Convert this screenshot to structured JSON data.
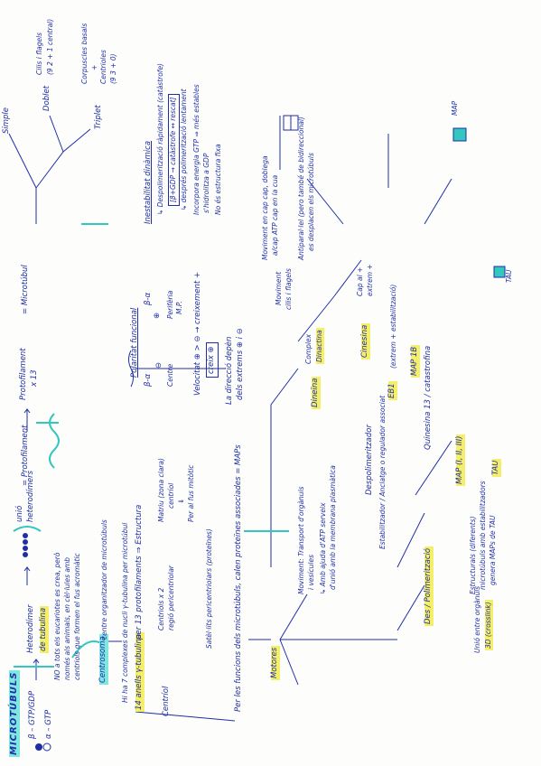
{
  "header": {
    "title": "MICROTÚBULS",
    "tubulin": [
      "β – GTP/GDP",
      "α – GTP"
    ],
    "heterodimer": [
      "Heterodímer",
      "de tubulina"
    ],
    "protofilament": [
      "unió",
      "heterodímers"
    ],
    "eq_protofilament": "= Protofilament",
    "protofilament_x13": [
      "Protofilament",
      "x 13"
    ],
    "microtubul": "= Microtúbul"
  },
  "types": {
    "simple": "Simple",
    "doblet": "Doblet",
    "doblet_desc": [
      "Cilis i flagels",
      "(9 2 + 1 central)"
    ],
    "triplet": "Triplet",
    "triplet_desc": [
      "Corpuscles basals",
      "+",
      "Centrioles",
      "(9 3 + 0)"
    ]
  },
  "polarity": {
    "title": "Polaritat funcional",
    "beta": "β-α",
    "plus": "⊕",
    "minus": "⊖",
    "beta2": "β-α",
    "centre": "Centre",
    "periferia": [
      "Perifèria",
      "M.P."
    ],
    "velocitat": [
      "Velocitat ⊕ > ⊖ → creixement +",
      "creix ⊕"
    ],
    "direccio": [
      "La direcció depèn",
      "dels extrems ⊕ i ⊖"
    ]
  },
  "dynamic": {
    "title": "Inestabilitat dinàmica",
    "line1": "↳ Despolimerització ràpidament (catàstrofe)",
    "line2": "[β+GDP → catàstrofe ↔ rescat]",
    "line3": "↳ després polimerització lentament",
    "line4": [
      "Incorpora energia GTP ⇒ més estables",
      "s'hidrolitza a GDP"
    ],
    "line5": "No és estructura fixa"
  },
  "centrosome": {
    "no_tots": [
      "NO a tots els eucariotes es crea, però",
      "només als animals, en cèl·lules amb",
      "centriols que formen el fus acromàtic"
    ],
    "centrosoma": "Centrosoma",
    "centre_org": "centre organitzador de microtúbuls",
    "nucleacio": "Hi ha 7 complexes de nucli γ-tubulina per microtúbul",
    "gamma": "14 anells γ-tubulina",
    "gamma_rest": "per 13 protofilaments ⇒ Estructura",
    "centriol": "Centríol",
    "centriols_x2": [
      "Centriols x 2",
      "regió pericentriolar"
    ],
    "diplosoma": [
      "Matriu (zona clara)",
      "centríol",
      "⇓",
      "Per al fus mitòtic"
    ],
    "satellits": "Satèl·lits pericentriolars (proteïnes)"
  },
  "maps": {
    "intro": "Per les funcions dels microtúbuls, calen proteïnes associades = MAPs",
    "motores": "Motores",
    "moviment": [
      "Moviment: Transport d'orgànuls",
      "i vesícules"
    ],
    "atp": [
      "↳ Amb ajuda d'ATP serveix",
      "d'unió amb la membrana plasmàtica"
    ],
    "dineina": "Dineïna",
    "complex": [
      "Complex",
      "Dinactina"
    ],
    "cilis": [
      "Moviment",
      "cilis i flagels"
    ],
    "cinesina": "Cinesina",
    "cinesina_desc": [
      "Cap al +",
      "extrem +"
    ],
    "atp_head": [
      "Moviment en cap cap, doblega",
      "a/cap ATP cap en la cua"
    ],
    "antiparallel": [
      "Antiparal·lel (pero també de bidireccional)",
      "es desplacen els microtúbuls"
    ],
    "eb1": "EB1",
    "eb1_desc": "(extrem + estabilització)",
    "map1b": "MAP 1B",
    "desp": "Despolimeritzador",
    "estab": "Estabilitzador / Anclatge o regulador associat",
    "quinesina": "Quinesina 13 / catastrofina",
    "map": "MAP (I, II, III)",
    "tau": "TAU",
    "tau_lbl": "TAU",
    "map_lbl": "MAP",
    "des_pol": "Des / Polimerització",
    "unio": [
      "Unió entre orgànuls",
      "3D (crosslink)"
    ],
    "estructural": [
      "Estructurals (diferents)",
      "microtúbuls amb estabilitzadors",
      "genera MAPs de TAU"
    ]
  }
}
